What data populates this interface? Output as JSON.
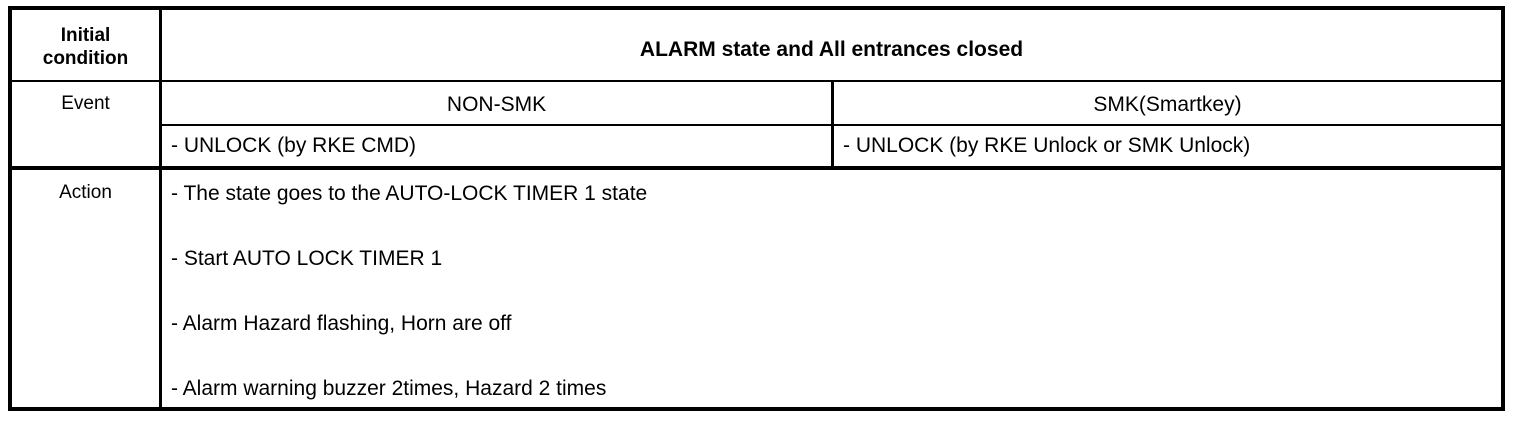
{
  "table": {
    "row_labels": {
      "initial_condition": "Initial\ncondition",
      "initial_condition_line1": "Initial",
      "initial_condition_line2": "condition",
      "event": "Event",
      "action": "Action"
    },
    "initial_condition_value": "ALARM state and All entrances closed",
    "column_headers": {
      "non_smk": "NON-SMK",
      "smk": "SMK(Smartkey)"
    },
    "events": {
      "non_smk": "- UNLOCK (by RKE CMD)",
      "smk": "- UNLOCK (by RKE Unlock or SMK Unlock)"
    },
    "actions": [
      "- The state goes to the AUTO-LOCK TIMER 1 state",
      "- Start AUTO LOCK TIMER 1",
      "- Alarm Hazard flashing, Horn are off",
      "- Alarm warning buzzer 2times, Hazard 2 times"
    ]
  },
  "colors": {
    "border": "#000000",
    "text": "#000000",
    "background": "#ffffff"
  }
}
